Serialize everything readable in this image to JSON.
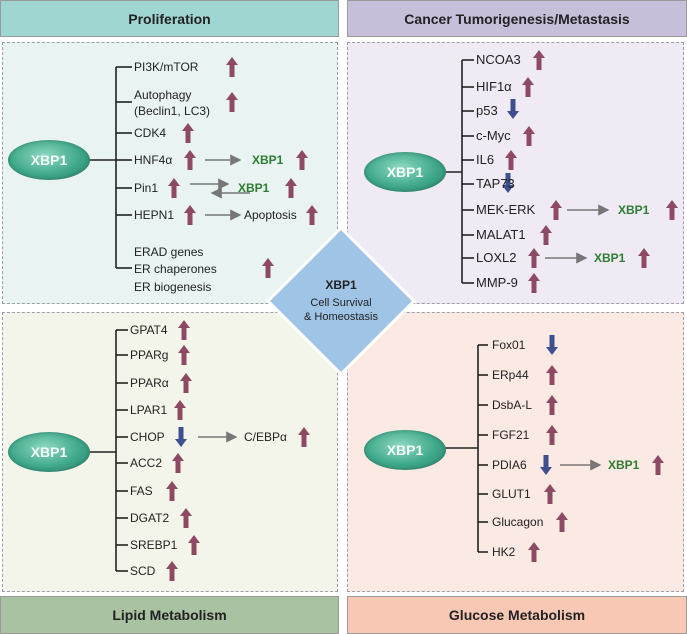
{
  "headers": {
    "proliferation": "Proliferation",
    "tumorigenesis": "Cancer Tumorigenesis/Metastasis",
    "lipid": "Lipid Metabolism",
    "glucose": "Glucose Metabolism"
  },
  "colors": {
    "up_arrow": "#8e4a63",
    "down_arrow": "#3d4f8f",
    "hub": "#3fa88a",
    "diamond": "#9fc4e6"
  },
  "center": {
    "line1": "XBP1",
    "line2": "Cell Survival",
    "line3": "& Homeostasis"
  },
  "hub_label": "XBP1",
  "proliferation": {
    "items": {
      "pi3k": "PI3K/mTOR",
      "autophagy1": "Autophagy",
      "autophagy2": "(Beclin1, LC3)",
      "cdk4": "CDK4",
      "hnf4a": "HNF4α",
      "pin1": "Pin1",
      "hepn1": "HEPN1",
      "erad1": "ERAD genes",
      "erad2": "ER chaperones",
      "erad3": "ER biogenesis"
    },
    "targets": {
      "hnf4a": "XBP1",
      "pin1": "XBP1",
      "hepn1": "Apoptosis"
    }
  },
  "tumorigenesis": {
    "items": [
      "NCOA3",
      "HIF1α",
      "p53",
      "c-Myc",
      "IL6",
      "TAP73",
      "MEK-ERK",
      "MALAT1",
      "LOXL2",
      "MMP-9"
    ],
    "targets": {
      "mek": "XBP1",
      "loxl2": "XBP1"
    }
  },
  "lipid": {
    "items": [
      "GPAT4",
      "PPARg",
      "PPARα",
      "LPAR1",
      "CHOP",
      "ACC2",
      "FAS",
      "DGAT2",
      "SREBP1",
      "SCD"
    ],
    "targets": {
      "chop": "C/EBPα"
    }
  },
  "glucose": {
    "items": [
      "Fox01",
      "ERp44",
      "DsbA-L",
      "FGF21",
      "PDIA6",
      "GLUT1",
      "Glucagon",
      "HK2"
    ],
    "targets": {
      "pdia6": "XBP1"
    }
  }
}
